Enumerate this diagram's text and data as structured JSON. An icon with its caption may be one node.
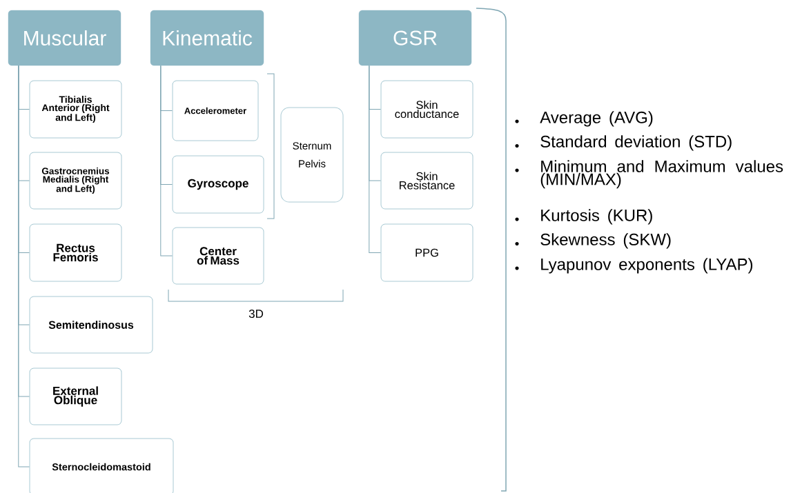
{
  "diagram": {
    "nodes": [
      {
        "text": [
          "Muscular"
        ]
      },
      {
        "text": [
          "Tibialis Anterior (Right and Left)"
        ]
      },
      {
        "text": [
          "Gastrocnemius Medialis (Right and Left)"
        ]
      },
      {
        "text": [
          "Rectus Femoris"
        ]
      },
      {
        "text": [
          "Semitendinosus"
        ]
      },
      {
        "text": [
          "External Oblique"
        ]
      },
      {
        "text": [
          "Sternocleidomastoid"
        ]
      },
      {
        "text": [
          "Kinematic"
        ]
      },
      {
        "text": [
          "Accelerometer"
        ]
      },
      {
        "text": [
          "Gyroscope"
        ]
      },
      {
        "text": [
          "Center of Mass"
        ]
      },
      {
        "text": [
          "Sternum",
          "Pelvis"
        ]
      },
      {
        "text": [
          "GSR"
        ]
      },
      {
        "text": [
          "Skin conductance"
        ]
      },
      {
        "text": [
          "Skin Resistance"
        ]
      },
      {
        "text": [
          "PPG"
        ]
      }
    ],
    "edges": [
      {
        "from": 0,
        "to": 1,
        "arrow": "none"
      },
      {
        "from": 0,
        "to": 2,
        "arrow": "none"
      },
      {
        "from": 0,
        "to": 3,
        "arrow": "none"
      },
      {
        "from": 0,
        "to": 4,
        "arrow": "none"
      },
      {
        "from": 0,
        "to": 5,
        "arrow": "none"
      },
      {
        "from": 0,
        "to": 6,
        "arrow": "none"
      },
      {
        "from": 7,
        "to": 8,
        "arrow": "none"
      },
      {
        "from": 7,
        "to": 9,
        "arrow": "none"
      },
      {
        "from": 7,
        "to": 10,
        "arrow": "none"
      },
      {
        "from": 12,
        "to": 13,
        "arrow": "none"
      },
      {
        "from": 12,
        "to": 14,
        "arrow": "none"
      },
      {
        "from": 12,
        "to": 15,
        "arrow": "none"
      }
    ],
    "labels": [
      "3D",
      "Average (AVG)",
      "Standard deviation (STD)",
      "Minimum and Maximum values (MIN/MAX)",
      "Kurtosis (KUR)",
      "Skewness (SKW)",
      "Lyapunov exponents (LYAP)"
    ]
  }
}
